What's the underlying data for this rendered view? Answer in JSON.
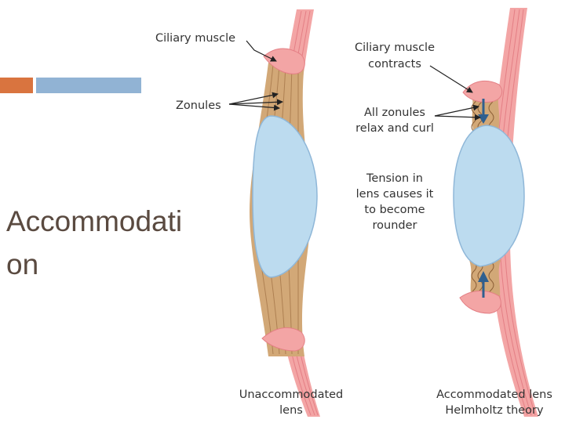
{
  "slide": {
    "title_line1": "Accommodati",
    "title_line2": "on"
  },
  "labels": {
    "ciliary_muscle": "Ciliary muscle",
    "zonules": "Zonules",
    "ciliary_contracts_1": "Ciliary muscle",
    "ciliary_contracts_2": "contracts",
    "zonules_relax_1": "All zonules",
    "zonules_relax_2": "relax and curl",
    "tension_1": "Tension in",
    "tension_2": "lens causes it",
    "tension_3": "to become",
    "tension_4": "rounder",
    "unaccommodated_1": "Unaccommodated",
    "unaccommodated_2": "lens",
    "accommodated_1": "Accommodated lens",
    "accommodated_2": "Helmholtz theory"
  },
  "colors": {
    "accent_orange": "#d9743f",
    "accent_blue": "#91b3d4",
    "ciliary_pink": "#f3a5a5",
    "zonule_tan": "#d2a877",
    "lens_blue": "#bcdbef",
    "arrow_blue": "#2f5f8f"
  }
}
